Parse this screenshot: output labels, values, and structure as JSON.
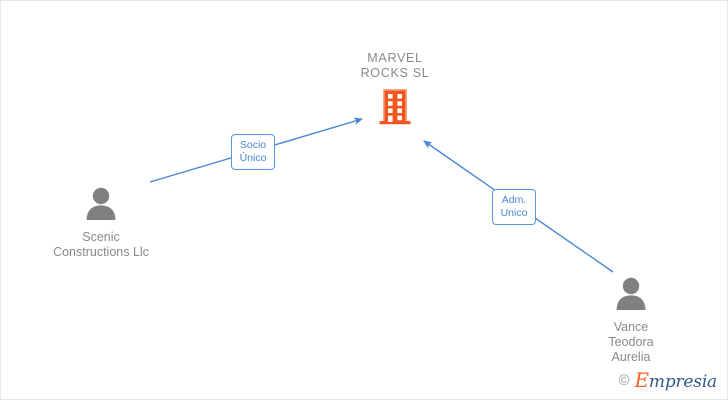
{
  "graph": {
    "company": {
      "name": "MARVEL\nROCKS  SL",
      "icon": "building-icon",
      "icon_color": "#f4541f"
    },
    "persons": [
      {
        "id": "scenic",
        "name": "Scenic\nConstructions Llc",
        "icon": "person-icon",
        "icon_color": "#808080"
      },
      {
        "id": "vance",
        "name": "Vance\nTeodora\nAurelia",
        "icon": "person-icon",
        "icon_color": "#808080"
      }
    ],
    "relations": [
      {
        "id": "socio-unico",
        "label": "Socio\nÚnico",
        "from": "scenic",
        "to": "company",
        "color": "#4a86d6"
      },
      {
        "id": "adm-unico",
        "label": "Adm.\nUnico",
        "from": "vance",
        "to": "company",
        "color": "#4a86d6"
      }
    ],
    "edge_color": "#4a86d6"
  },
  "watermark": {
    "copyright": "©",
    "brand_initial": "E",
    "brand_rest": "mpresia",
    "brand_color": "#2e5a8e",
    "initial_color": "#f26522"
  }
}
